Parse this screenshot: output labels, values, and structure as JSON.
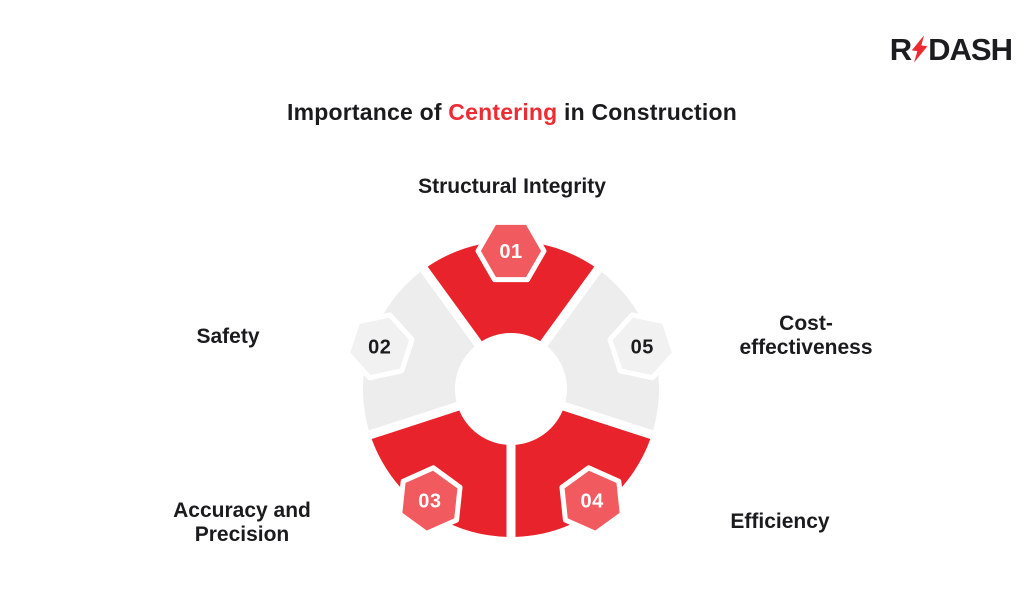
{
  "brand": {
    "logo_prefix": "R",
    "logo_suffix": "DASH",
    "logo_color": "#1d1d1f",
    "bolt_icon": "lightning-bolt",
    "bolt_color": "#ed2a33"
  },
  "title": {
    "pre": "Importance of ",
    "highlight": "Centering",
    "post": " in Construction",
    "text_color": "#1b1b1d",
    "highlight_color": "#ee2b33"
  },
  "diagram": {
    "type": "circular-cycle",
    "segment_count": 5,
    "colors": {
      "segment_red": "#e9232c",
      "segment_gray": "#ededed",
      "badge_red": "#f15a5f",
      "badge_gray": "#f1f1f1",
      "badge_border": "#ffffff",
      "badge_text_light": "#ffffff",
      "badge_text_dark": "#1c1c1e",
      "divider": "#ffffff"
    },
    "segments": [
      {
        "number": "01",
        "label": "Structural Integrity",
        "tone": "red"
      },
      {
        "number": "02",
        "label": "Safety",
        "tone": "gray"
      },
      {
        "number": "03",
        "label": "Accuracy and Precision",
        "tone": "red"
      },
      {
        "number": "04",
        "label": "Efficiency",
        "tone": "red"
      },
      {
        "number": "05",
        "label": "Cost-effectiveness",
        "tone": "gray"
      }
    ]
  }
}
